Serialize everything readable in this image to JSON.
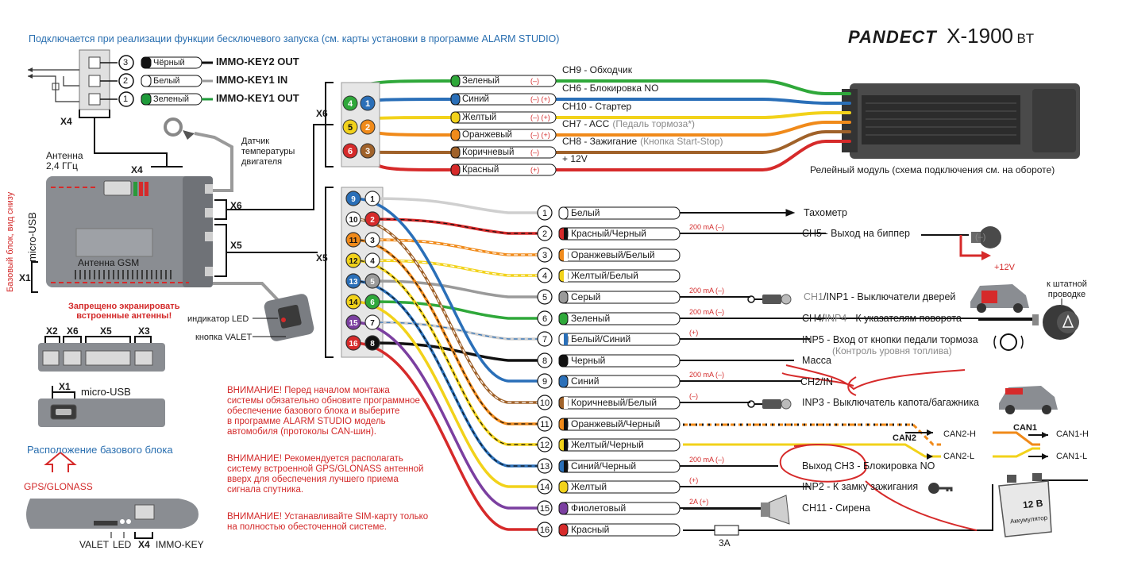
{
  "header": {
    "note": "Подключается при реализации функции бесключевого запуска (см. карты установки в программе ALARM STUDIO)",
    "brand_a": "PAN",
    "brand_b": "DECT",
    "model": "X-1900",
    "model_suffix": "BT"
  },
  "x4_connector": {
    "label": "X4",
    "pins": [
      {
        "num": "3",
        "wire": "Чёрный",
        "signal": "IMMO-KEY2 OUT",
        "color": "#111111"
      },
      {
        "num": "2",
        "wire": "Белый",
        "signal": "IMMO-KEY1 IN",
        "color": "#ffffff"
      },
      {
        "num": "1",
        "wire": "Зеленый",
        "signal": "IMMO-KEY1 OUT",
        "color": "#1f9a3a"
      }
    ]
  },
  "base_unit": {
    "antenna_24": "Антенна\n2,4 ГГц",
    "x4": "X4",
    "x6": "X6",
    "x5": "X5",
    "x1": "X1",
    "micro_usb": "micro-USB",
    "antenna_gsm": "Антенна GSM",
    "side_note": "Базовый блок, вид снизу",
    "no_shield": "Запрещено экранировать\nвстроенные антенны!",
    "temp_sensor": "Датчик\nтемпературы\nдвигателя",
    "led": "индикатор LED",
    "valet": "кнопка VALET"
  },
  "connector_strip": {
    "labels": [
      "X2",
      "X6",
      "X5",
      "X3"
    ],
    "x1": "X1",
    "micro_usb": "micro-USB"
  },
  "placement": {
    "title": "Расположение базового блока",
    "gps": "GPS/GLONASS",
    "valet": "VALET",
    "led": "LED",
    "x4": "X4",
    "immo": "IMMO-KEY"
  },
  "warnings": [
    "ВНИМАНИЕ! Перед началом монтажа\nсистемы обязательно обновите программное\nобеспечение базового блока и выберите\nв программе ALARM STUDIO модель\nавтомобиля (протоколы CAN-шин).",
    "ВНИМАНИЕ! Рекомендуется располагать\nсистему встроенной GPS/GLONASS антенной\nвверх для обеспечения лучшего приема\nсигнала спутника.",
    "ВНИМАНИЕ! Устанавливайте SIM-карту только\nна полностью обесточенной системе."
  ],
  "x6": {
    "label": "X6",
    "relay_module": "Релейный модуль (схема подключения см. на обороте)",
    "wires": [
      {
        "wire": "Зеленый",
        "pol": "(–)",
        "func": "CH9 - Обходчик",
        "extra": "",
        "color": "#2fa83a",
        "pinA": "4",
        "pinB": ""
      },
      {
        "wire": "Синий",
        "pol": "(–) (+)",
        "func": "CH6 - Блокировка NO",
        "extra": "",
        "color": "#2a6fb8",
        "pinA": "",
        "pinB": "1"
      },
      {
        "wire": "Желтый",
        "pol": "(–) (+)",
        "func": "CH10 - Стартер",
        "extra": "",
        "color": "#f2d21a",
        "pinA": "5",
        "pinB": ""
      },
      {
        "wire": "Оранжевый",
        "pol": "(–) (+)",
        "func": "CH7 - ACC",
        "extra": "(Педаль тормоза*)",
        "color": "#f08a1a",
        "pinA": "",
        "pinB": "2"
      },
      {
        "wire": "Коричневый",
        "pol": "(–)",
        "func": "CH8 - Зажигание",
        "extra": "(Кнопка Start-Stop)",
        "color": "#a0622a",
        "pinA": "6",
        "pinB": "3"
      },
      {
        "wire": "Красный",
        "pol": "(+)",
        "func": "+ 12V",
        "extra": "",
        "color": "#d62a2a",
        "pinA": "",
        "pinB": ""
      }
    ]
  },
  "x5": {
    "label": "X5",
    "pins_left": [
      "9",
      "10",
      "11",
      "12",
      "13",
      "14",
      "15",
      "16"
    ],
    "pins_right": [
      "1",
      "2",
      "3",
      "4",
      "5",
      "6",
      "7",
      "8"
    ],
    "wires": [
      {
        "n": "1",
        "name": "Белый",
        "current": "",
        "func": "Тахометр",
        "gray": "",
        "color": "#ffffff",
        "stripe": ""
      },
      {
        "n": "2",
        "name": "Красный/Черный",
        "current": "200 mA (–)",
        "func": "CH5 - Выход на биппер",
        "gray": "",
        "color": "#d62a2a",
        "stripe": "#111111"
      },
      {
        "n": "3",
        "name": "Оранжевый/Белый",
        "current": "",
        "func": "",
        "gray": "",
        "color": "#f08a1a",
        "stripe": "#ffffff"
      },
      {
        "n": "4",
        "name": "Желтый/Белый",
        "current": "",
        "func": "",
        "gray": "",
        "color": "#f2d21a",
        "stripe": "#ffffff"
      },
      {
        "n": "5",
        "name": "Серый",
        "current": "200 mA (–)",
        "func": "/INP1 - Выключатели дверей",
        "gray": "CH1",
        "color": "#9a9a9a",
        "stripe": ""
      },
      {
        "n": "6",
        "name": "Зеленый",
        "current": "200 mA (–)",
        "func": "CH4/",
        "gray": "INP4",
        "color": "#2fa83a",
        "stripe": ""
      },
      {
        "n": "7",
        "name": "Белый/Синий",
        "current": "(+)",
        "func": "INP5 - Вход от кнопки педали тормоза",
        "gray": "(Контроль уровня топлива)",
        "color": "#ffffff",
        "stripe": "#2a6fb8"
      },
      {
        "n": "8",
        "name": "Черный",
        "current": "",
        "func": "Масса",
        "gray": "",
        "color": "#111111",
        "stripe": ""
      },
      {
        "n": "9",
        "name": "Синий",
        "current": "200 mA (–)",
        "func": "CH2/IN",
        "gray": "",
        "color": "#2a6fb8",
        "stripe": ""
      },
      {
        "n": "10",
        "name": "Коричневый/Белый",
        "current": "(–)",
        "func": "INP3 - Выключатель капота/багажника",
        "gray": "",
        "color": "#a0622a",
        "stripe": "#ffffff"
      },
      {
        "n": "11",
        "name": "Оранжевый/Черный",
        "current": "",
        "func": "",
        "gray": "",
        "color": "#f08a1a",
        "stripe": "#111111"
      },
      {
        "n": "12",
        "name": "Желтый/Черный",
        "current": "",
        "func": "",
        "gray": "",
        "color": "#f2d21a",
        "stripe": "#111111"
      },
      {
        "n": "13",
        "name": "Синий/Черный",
        "current": "200 mA (–)",
        "func": "Выход CH3 - Блокировка NO",
        "gray": "",
        "color": "#2a6fb8",
        "stripe": "#111111"
      },
      {
        "n": "14",
        "name": "Желтый",
        "current": "(+)",
        "func": "INP2 - К замку зажигания",
        "gray": "",
        "color": "#f2d21a",
        "stripe": ""
      },
      {
        "n": "15",
        "name": "Фиолетовый",
        "current": "2A (+)",
        "func": "CH11 - Сирена",
        "gray": "",
        "color": "#7b3fa0",
        "stripe": ""
      },
      {
        "n": "16",
        "name": "Красный",
        "current": "",
        "func": "",
        "gray": "",
        "color": "#d62a2a",
        "stripe": ""
      }
    ],
    "turn_suffix": " - К указателям поворота",
    "to_stock": "к штатной\nпроводке",
    "beeper_minus": "(–)",
    "beeper_plus": "+12V",
    "fuse": "3А",
    "battery": "12 В",
    "battery_label": "Аккумулятор",
    "can2": "CAN2",
    "can2h": "CAN2-H",
    "can2l": "CAN2-L",
    "can1": "CAN1",
    "can1h": "CAN1-H",
    "can1l": "CAN1-L"
  }
}
